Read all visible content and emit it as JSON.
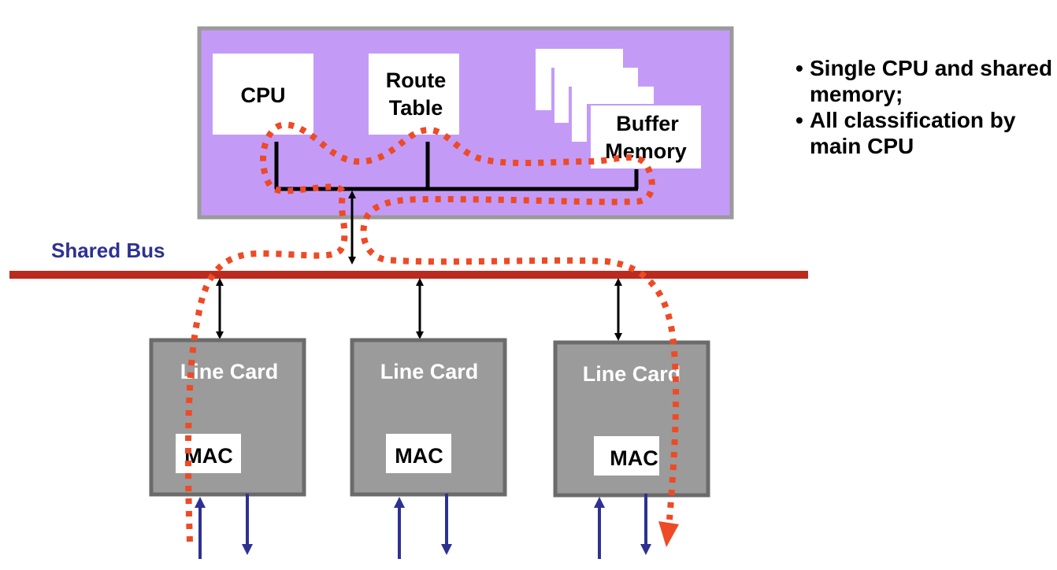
{
  "diagram": {
    "title": "Shared bus router architecture",
    "central": {
      "cpu_label": "CPU",
      "route_table_label": [
        "Route",
        "Table"
      ],
      "buffer_memory_label": [
        "Buffer",
        "Memory"
      ]
    },
    "bus_label": "Shared Bus",
    "line_cards": [
      {
        "label": "Line Card",
        "mac_label": "MAC"
      },
      {
        "label": "Line Card",
        "mac_label": "MAC"
      },
      {
        "label": "Line Card",
        "mac_label": "MAC"
      }
    ],
    "notes": [
      {
        "bullet": "•",
        "text": "Single CPU and shared memory;"
      },
      {
        "bullet": "•",
        "text": "All classification by main CPU"
      }
    ],
    "colors": {
      "central_fill": "#c39bf7",
      "central_border": "#9a9a9a",
      "bus": "#bb2a1e",
      "bus_label": "#2e3192",
      "line_card_fill": "#9b9b9b",
      "line_card_border": "#6b6b6b",
      "packet_path": "#ee4a26",
      "port_arrows": "#2e3192"
    }
  }
}
